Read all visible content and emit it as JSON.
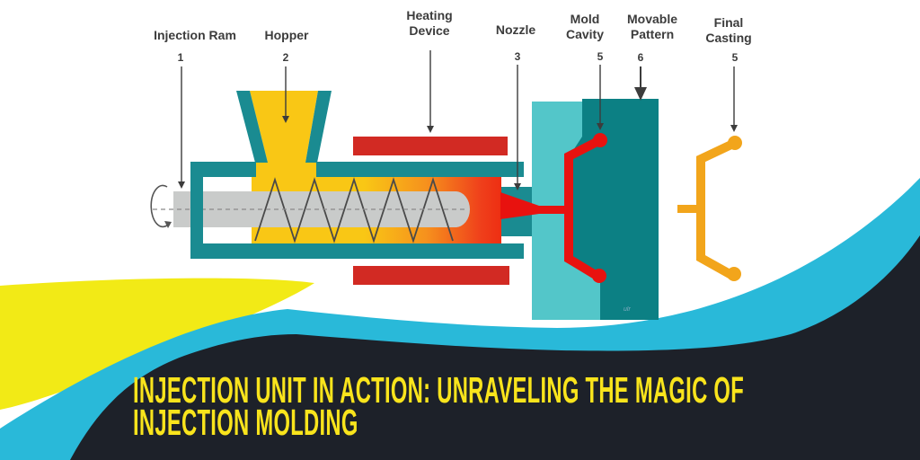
{
  "diagram": {
    "labels": {
      "injection_ram": {
        "text": "Injection Ram",
        "number": "1"
      },
      "hopper": {
        "text": "Hopper",
        "number": "2"
      },
      "heating_device": {
        "line1": "Heating",
        "line2": "Device"
      },
      "nozzle": {
        "text": "Nozzle",
        "number": "3"
      },
      "mold_cavity": {
        "line1": "Mold",
        "line2": "Cavity",
        "number": "5"
      },
      "movable_pattern": {
        "line1": "Movable",
        "line2": "Pattern",
        "number": "6"
      },
      "final_casting": {
        "line1": "Final",
        "line2": "Casting",
        "number": "5"
      }
    },
    "watermark": "ulr",
    "colors": {
      "machine_teal": "#1a8b91",
      "mold_cavity_cyan": "#53c6c9",
      "movable_pattern_teal": "#0c8084",
      "hopper_yellow": "#f9c715",
      "melt_orange": "#f6911d",
      "melt_red": "#ee2e12",
      "heater_red": "#d22a23",
      "molded_part_red": "#e8120f",
      "final_casting_orange": "#f2a51b",
      "ram_gray": "#c9cbca",
      "label_color": "#3c3c3c"
    }
  },
  "banner": {
    "title_line1": "INJECTION UNIT IN ACTION: UNRAVELING THE MAGIC OF",
    "title_line2": "INJECTION MOLDING",
    "title_color": "#f9e41c",
    "background_dark": "#1d2129",
    "wave_cyan": "#29b9d9",
    "wave_yellow": "#f2ea16"
  }
}
